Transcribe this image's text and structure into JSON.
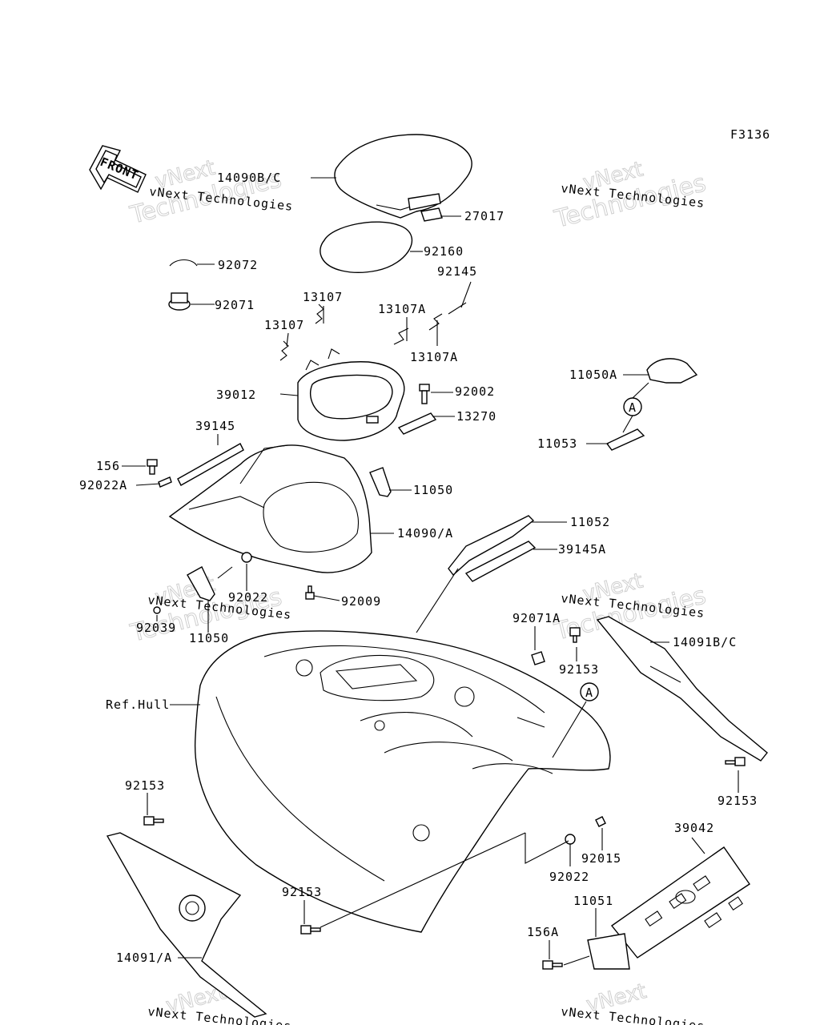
{
  "figure_code": "F3136",
  "front_arrow_label": "FRONT",
  "watermark": {
    "line1": "vNext",
    "line2": "Technologies",
    "caption": "vNext Technologies"
  },
  "callouts": {
    "c14090BC": "14090B/C",
    "c27017": "27017",
    "c92160": "92160",
    "c92072": "92072",
    "c92071": "92071",
    "c92145": "92145",
    "c13107a": "13107",
    "c13107b": "13107",
    "c13107A_top": "13107A",
    "c13107A_bot": "13107A",
    "c39012": "39012",
    "c92002": "92002",
    "c13270": "13270",
    "c11050A": "11050A",
    "c11053": "11053",
    "c39145": "39145",
    "c156": "156",
    "c92022A": "92022A",
    "c11050_r": "11050",
    "c14090A": "14090/A",
    "c11052": "11052",
    "c39145A": "39145A",
    "c92022_l": "92022",
    "c92009": "92009",
    "c92039": "92039",
    "c11050_l": "11050",
    "c92071A": "92071A",
    "c92153_mid": "92153",
    "c14091BC": "14091B/C",
    "cRefHull": "Ref.Hull",
    "c92153_right": "92153",
    "c92153_left": "92153",
    "c39042": "39042",
    "c92015": "92015",
    "c92022_b": "92022",
    "c92153_bot": "92153",
    "c11051": "11051",
    "c156A": "156A",
    "c14091A": "14091/A"
  },
  "ref_marks": {
    "upper": "A",
    "lower": "A"
  }
}
